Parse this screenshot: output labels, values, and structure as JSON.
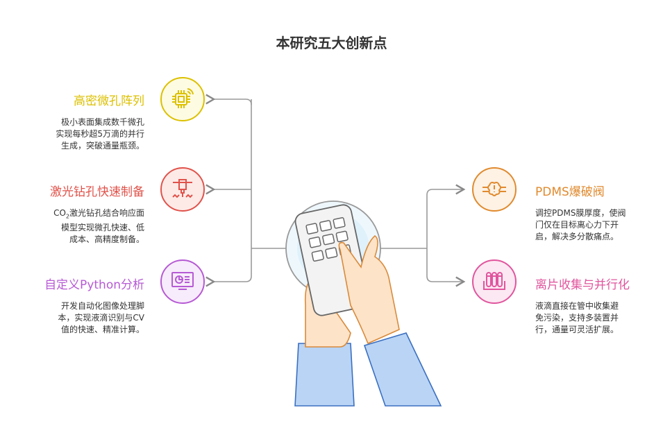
{
  "title": "本研究五大创新点",
  "items": [
    {
      "title": "高密微孔阵列",
      "desc": [
        "极小表面集成数千微孔",
        "实现每秒超5万滴的并行",
        "生成，突破通量瓶颈。"
      ],
      "icon": "chip-wireless-icon",
      "color": "#dcc000",
      "fill": "#fdfbe2"
    },
    {
      "title": "激光钻孔快速制备",
      "desc_prefix": "CO",
      "desc_sub": "2",
      "desc": [
        "激光钻孔结合响应面",
        "模型实现微孔快速、低",
        "成本、高精度制备。"
      ],
      "icon": "drill-icon",
      "color": "#e0524a",
      "fill": "#fdeae7"
    },
    {
      "title": "自定义Python分析",
      "desc": [
        "开发自动化图像处理脚",
        "本，实现液滴识别与CV",
        "值的快速、精准计算。"
      ],
      "icon": "monitor-chart-icon",
      "color": "#b65ad4",
      "fill": "#f7ecfb"
    },
    {
      "title": "PDMS爆破阀",
      "desc": [
        "调控PDMS膜厚度，使阀",
        "门仅在目标离心力下开",
        "启，解决多分散痛点。"
      ],
      "icon": "burst-valve-icon",
      "color": "#e08a2e",
      "fill": "#fdf2e4"
    },
    {
      "title": "离片收集与并行化",
      "desc": [
        "液滴直接在管中收集避",
        "免污染，支持多装置并",
        "行，通量可灵活扩展。"
      ],
      "icon": "test-tubes-icon",
      "color": "#e0559e",
      "fill": "#fce8f2"
    }
  ]
}
